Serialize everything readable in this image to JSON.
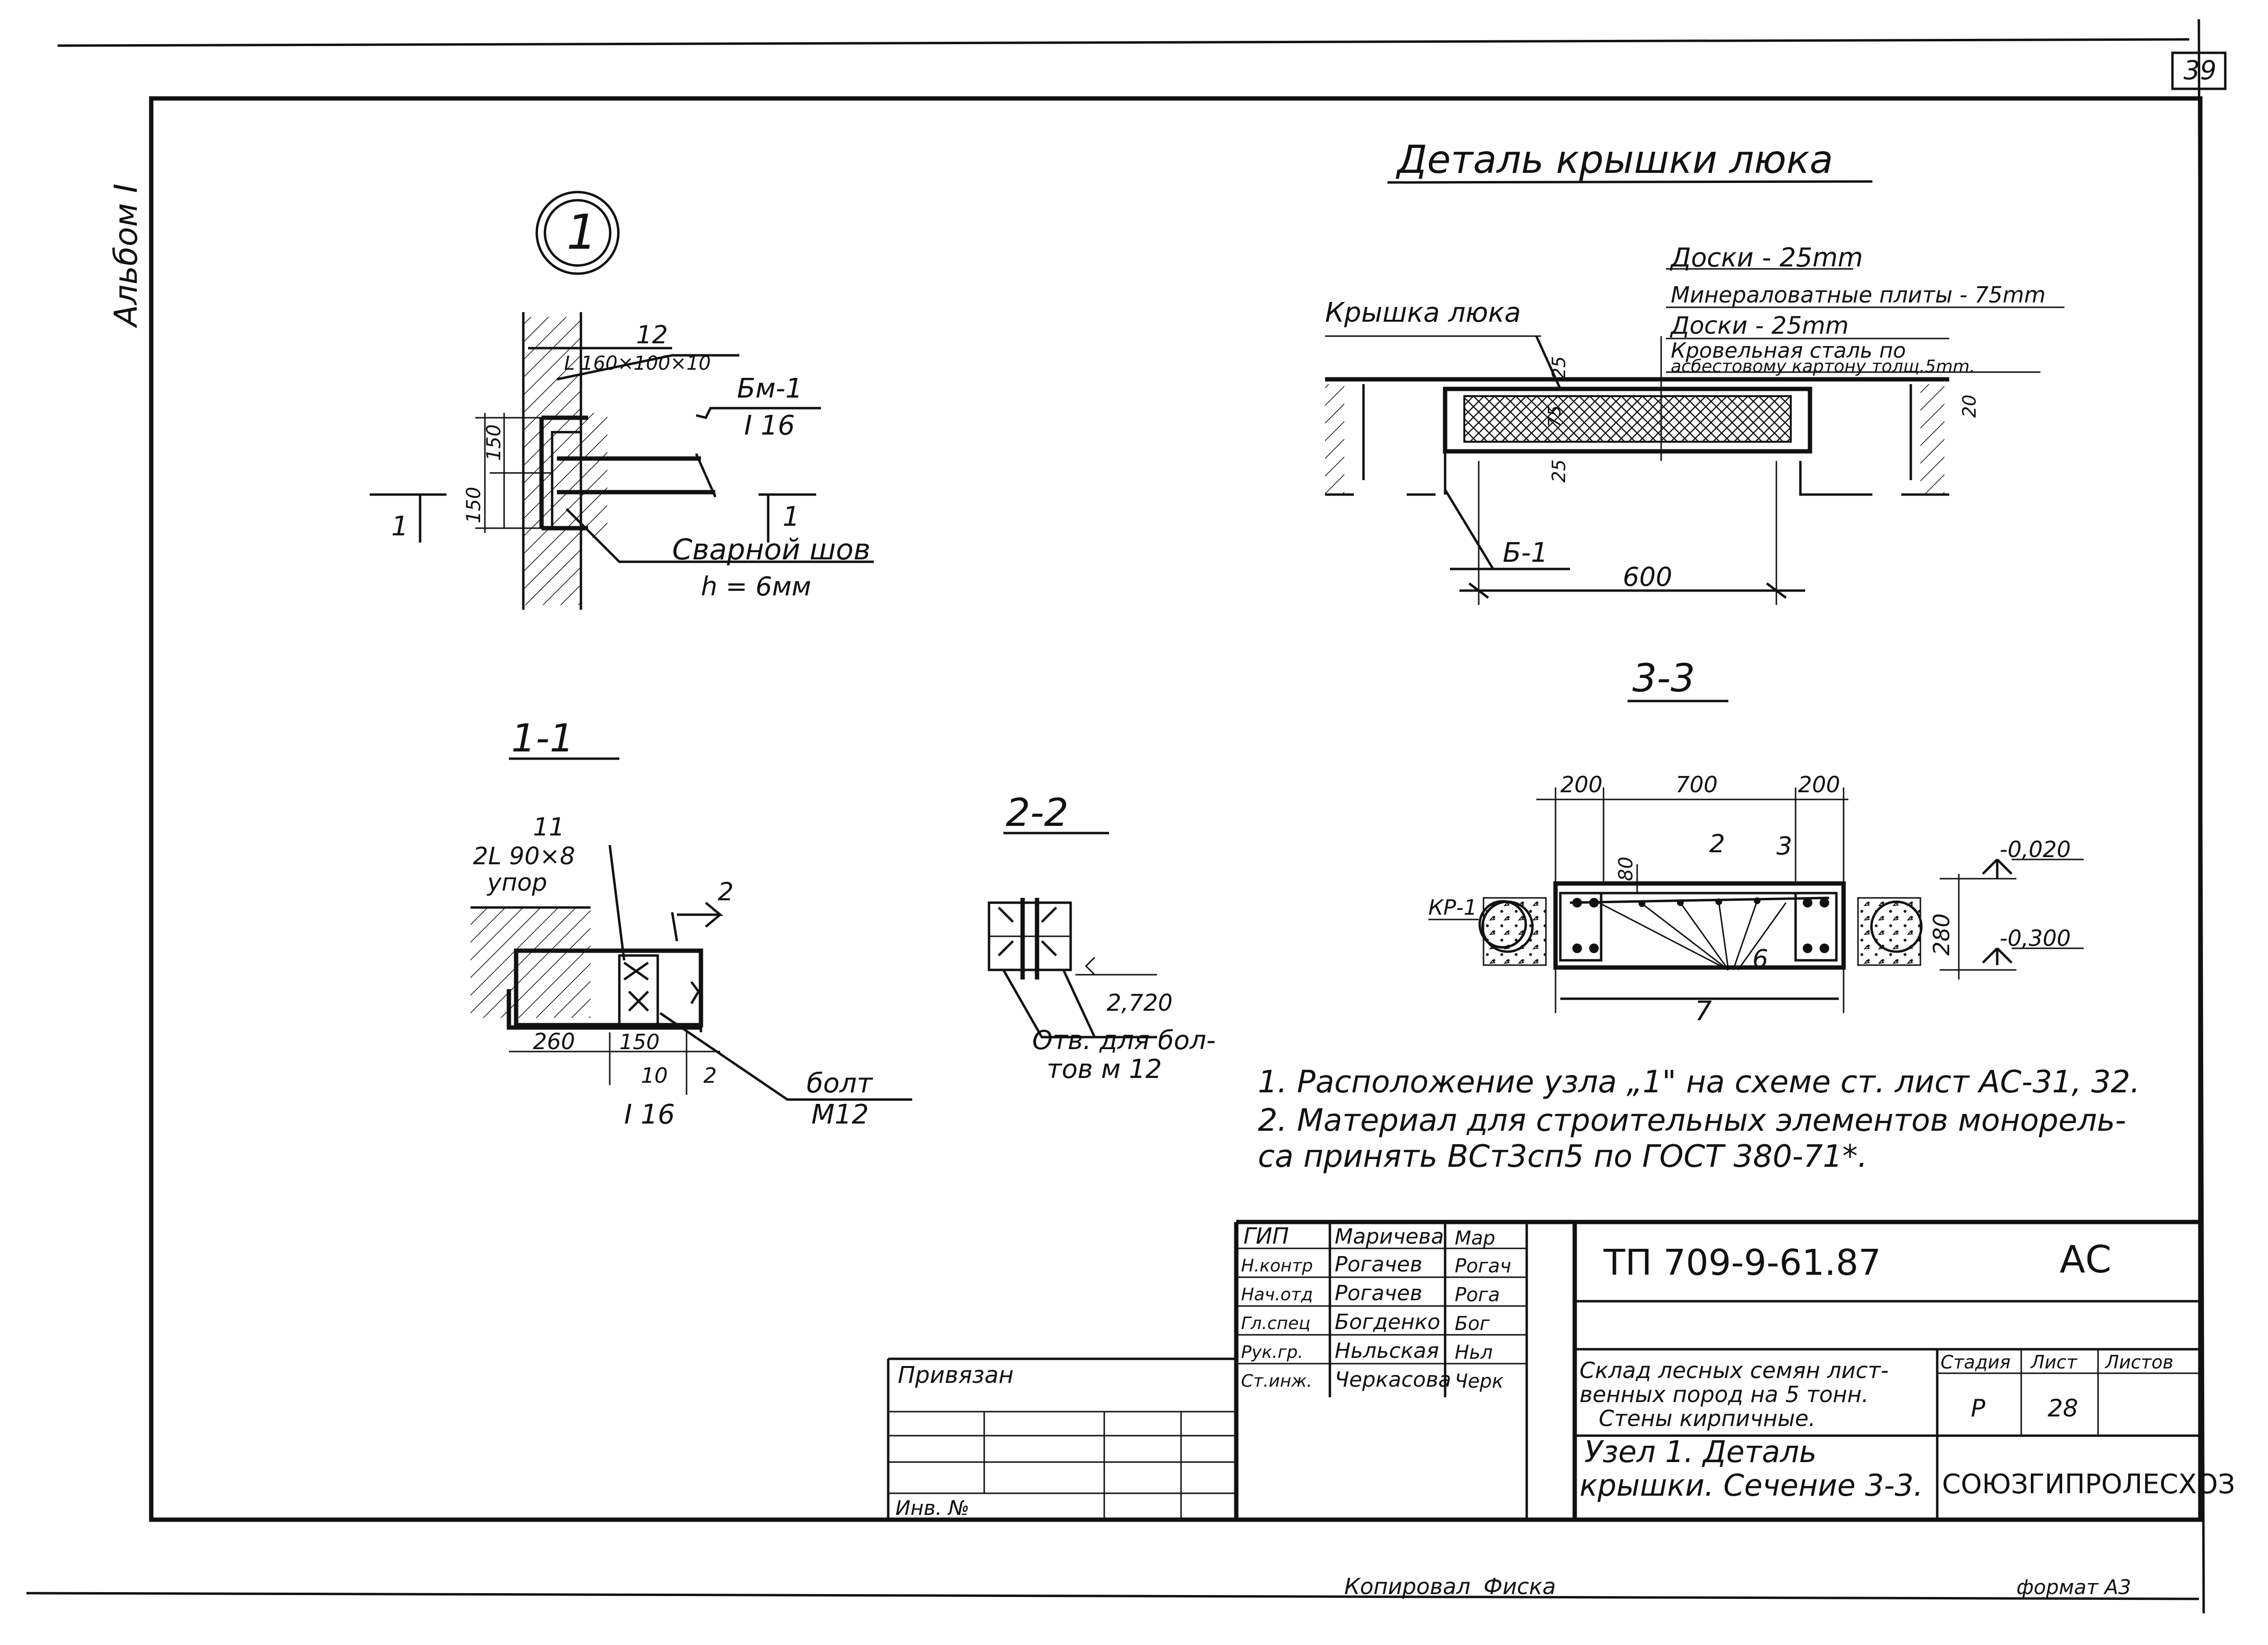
{
  "sheet": {
    "page_number": "39",
    "album": "Альбом I",
    "copied_by": "Копировал",
    "copier_signature": "Фиска",
    "format": "формат А3"
  },
  "node1": {
    "marker": "1",
    "angle": "L 160×100×10",
    "pos12": "12",
    "beam_code": "Бм-1",
    "beam_profile": "I 16",
    "dim_150a": "150",
    "dim_150b": "150",
    "section_mark": "1",
    "weld_label": "Сварной шов",
    "weld_size": "h = 6мм"
  },
  "sec11": {
    "title": "1-1",
    "pos11": "11",
    "angle": "2L 90×8",
    "stop": "упор",
    "mark2": "2",
    "dim260": "260",
    "dim150": "150",
    "dim10": "10",
    "dim2": "2",
    "profile": "I 16",
    "bolt": "болт",
    "bolt_size": "М12"
  },
  "sec22": {
    "title": "2-2",
    "level": "2,720",
    "hole_label": "Отв. для бол-",
    "hole_label2": "тов   м 12"
  },
  "hatch_detail": {
    "title": "Деталь крышки люка",
    "cover_label": "Крышка люка",
    "layers": [
      "Доски          - 25mm",
      "Минераловатные плиты - 75mm",
      "Доски          - 25mm",
      "Кровельная сталь по",
      "асбестовому картону толщ.5mm."
    ],
    "dim25a": "25",
    "dim75": "75",
    "dim25b": "25",
    "dim20": "20",
    "beam": "Б-1",
    "width": "600"
  },
  "sec33": {
    "title": "3-3",
    "dim200a": "200",
    "dim700": "700",
    "dim200b": "200",
    "dim80": "80",
    "pos2": "2",
    "pos3": "3",
    "pos6": "6",
    "pos7": "7",
    "dim280": "280",
    "lvl1": "-0,020",
    "lvl2": "-0,300",
    "kr": "КР-1"
  },
  "notes": [
    "1. Расположение узла „1\" на схеме  ст. лист АС-31, 32.",
    "2. Материал  для  строительных  элементов  монорель-",
    "    са  принять  ВСт3сп5  по  ГОСТ 380-71*."
  ],
  "title_block": {
    "staff": [
      {
        "role": "ГИП",
        "name": "Маричева",
        "sign": "Мар"
      },
      {
        "role": "Н.контр",
        "name": "Рогачев",
        "sign": "Рогач"
      },
      {
        "role": "Нач.отд",
        "name": "Рогачев",
        "sign": "Рога"
      },
      {
        "role": "Гл.спец",
        "name": "Богдeнко",
        "sign": "Бог"
      },
      {
        "role": "Рук.гр.",
        "name": "Ньльская",
        "sign": "Ньл"
      },
      {
        "role": "Ст.инж.",
        "name": "Черкасова",
        "sign": "Черк"
      }
    ],
    "code": "ТП 709-9-61.87",
    "mark": "АС",
    "object": [
      "Склад лесных семян лист-",
      "венных пород на 5 тонн.",
      "Стены кирпичные."
    ],
    "stage_h": "Стадия",
    "sheet_h": "Лист",
    "sheets_h": "Листов",
    "stage": "Р",
    "sheet": "28",
    "sheets": "",
    "drawing": [
      "Узел 1.  Деталь",
      "крышки.  Сечение 3-3."
    ],
    "org": "СОЮЗГИПРОЛЕСХОЗ",
    "privyazan": "Привязан",
    "inv": "Инв. №"
  }
}
